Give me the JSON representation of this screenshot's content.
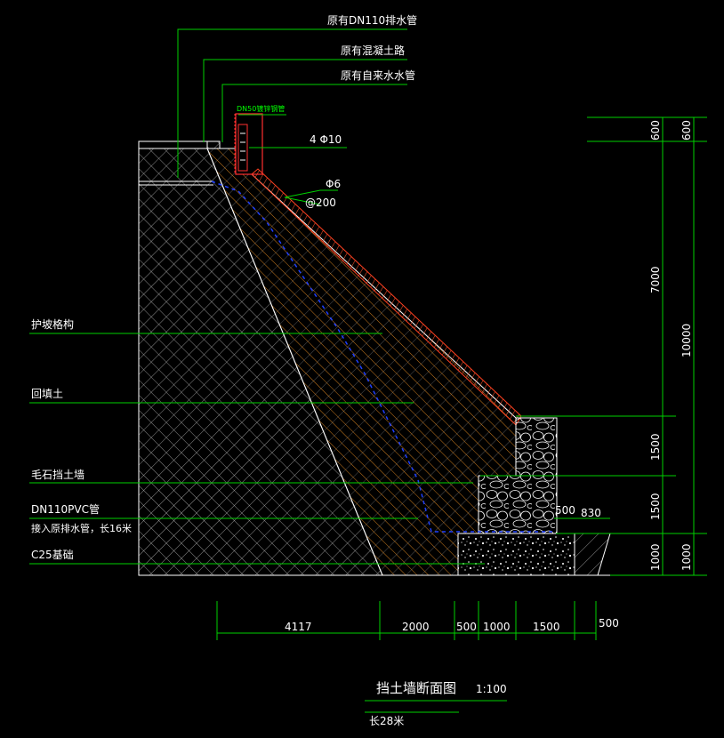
{
  "labels": {
    "drain_pipe_existing": "原有DN110排水管",
    "concrete_road_existing": "原有混凝土路",
    "water_pipe_existing": "原有自来水水管",
    "dn50_pipe": "DN50镀锌钢管",
    "rebar_main": "4 Φ10",
    "rebar_tie_dia": "Φ6",
    "rebar_tie_spacing": "@200",
    "slope_lattice": "护坡格构",
    "backfill": "回填土",
    "rubble_wall": "毛石挡土墙",
    "pvc_pipe": "DN110PVC管",
    "pvc_pipe_note": "接入原排水管，长16米",
    "c25_foundation": "C25基础"
  },
  "dimensions": {
    "right_inner": [
      "600",
      "7000",
      "1500",
      "1500",
      "1000"
    ],
    "right_outer": [
      "600",
      "10000",
      "1000"
    ],
    "right_small": [
      "500",
      "830"
    ],
    "bottom": [
      "4117",
      "2000",
      "500",
      "1000",
      "1500",
      "500"
    ]
  },
  "title": {
    "main": "挡土墙断面图",
    "scale": "1:100",
    "length_note": "长28米"
  },
  "colors": {
    "background": "#000000",
    "leader_lines": "#00d000",
    "outline": "#ffffff",
    "hatch_orange": "#c87a1e",
    "pipe_red": "#ff3030",
    "drain_blue": "#2040ff"
  }
}
